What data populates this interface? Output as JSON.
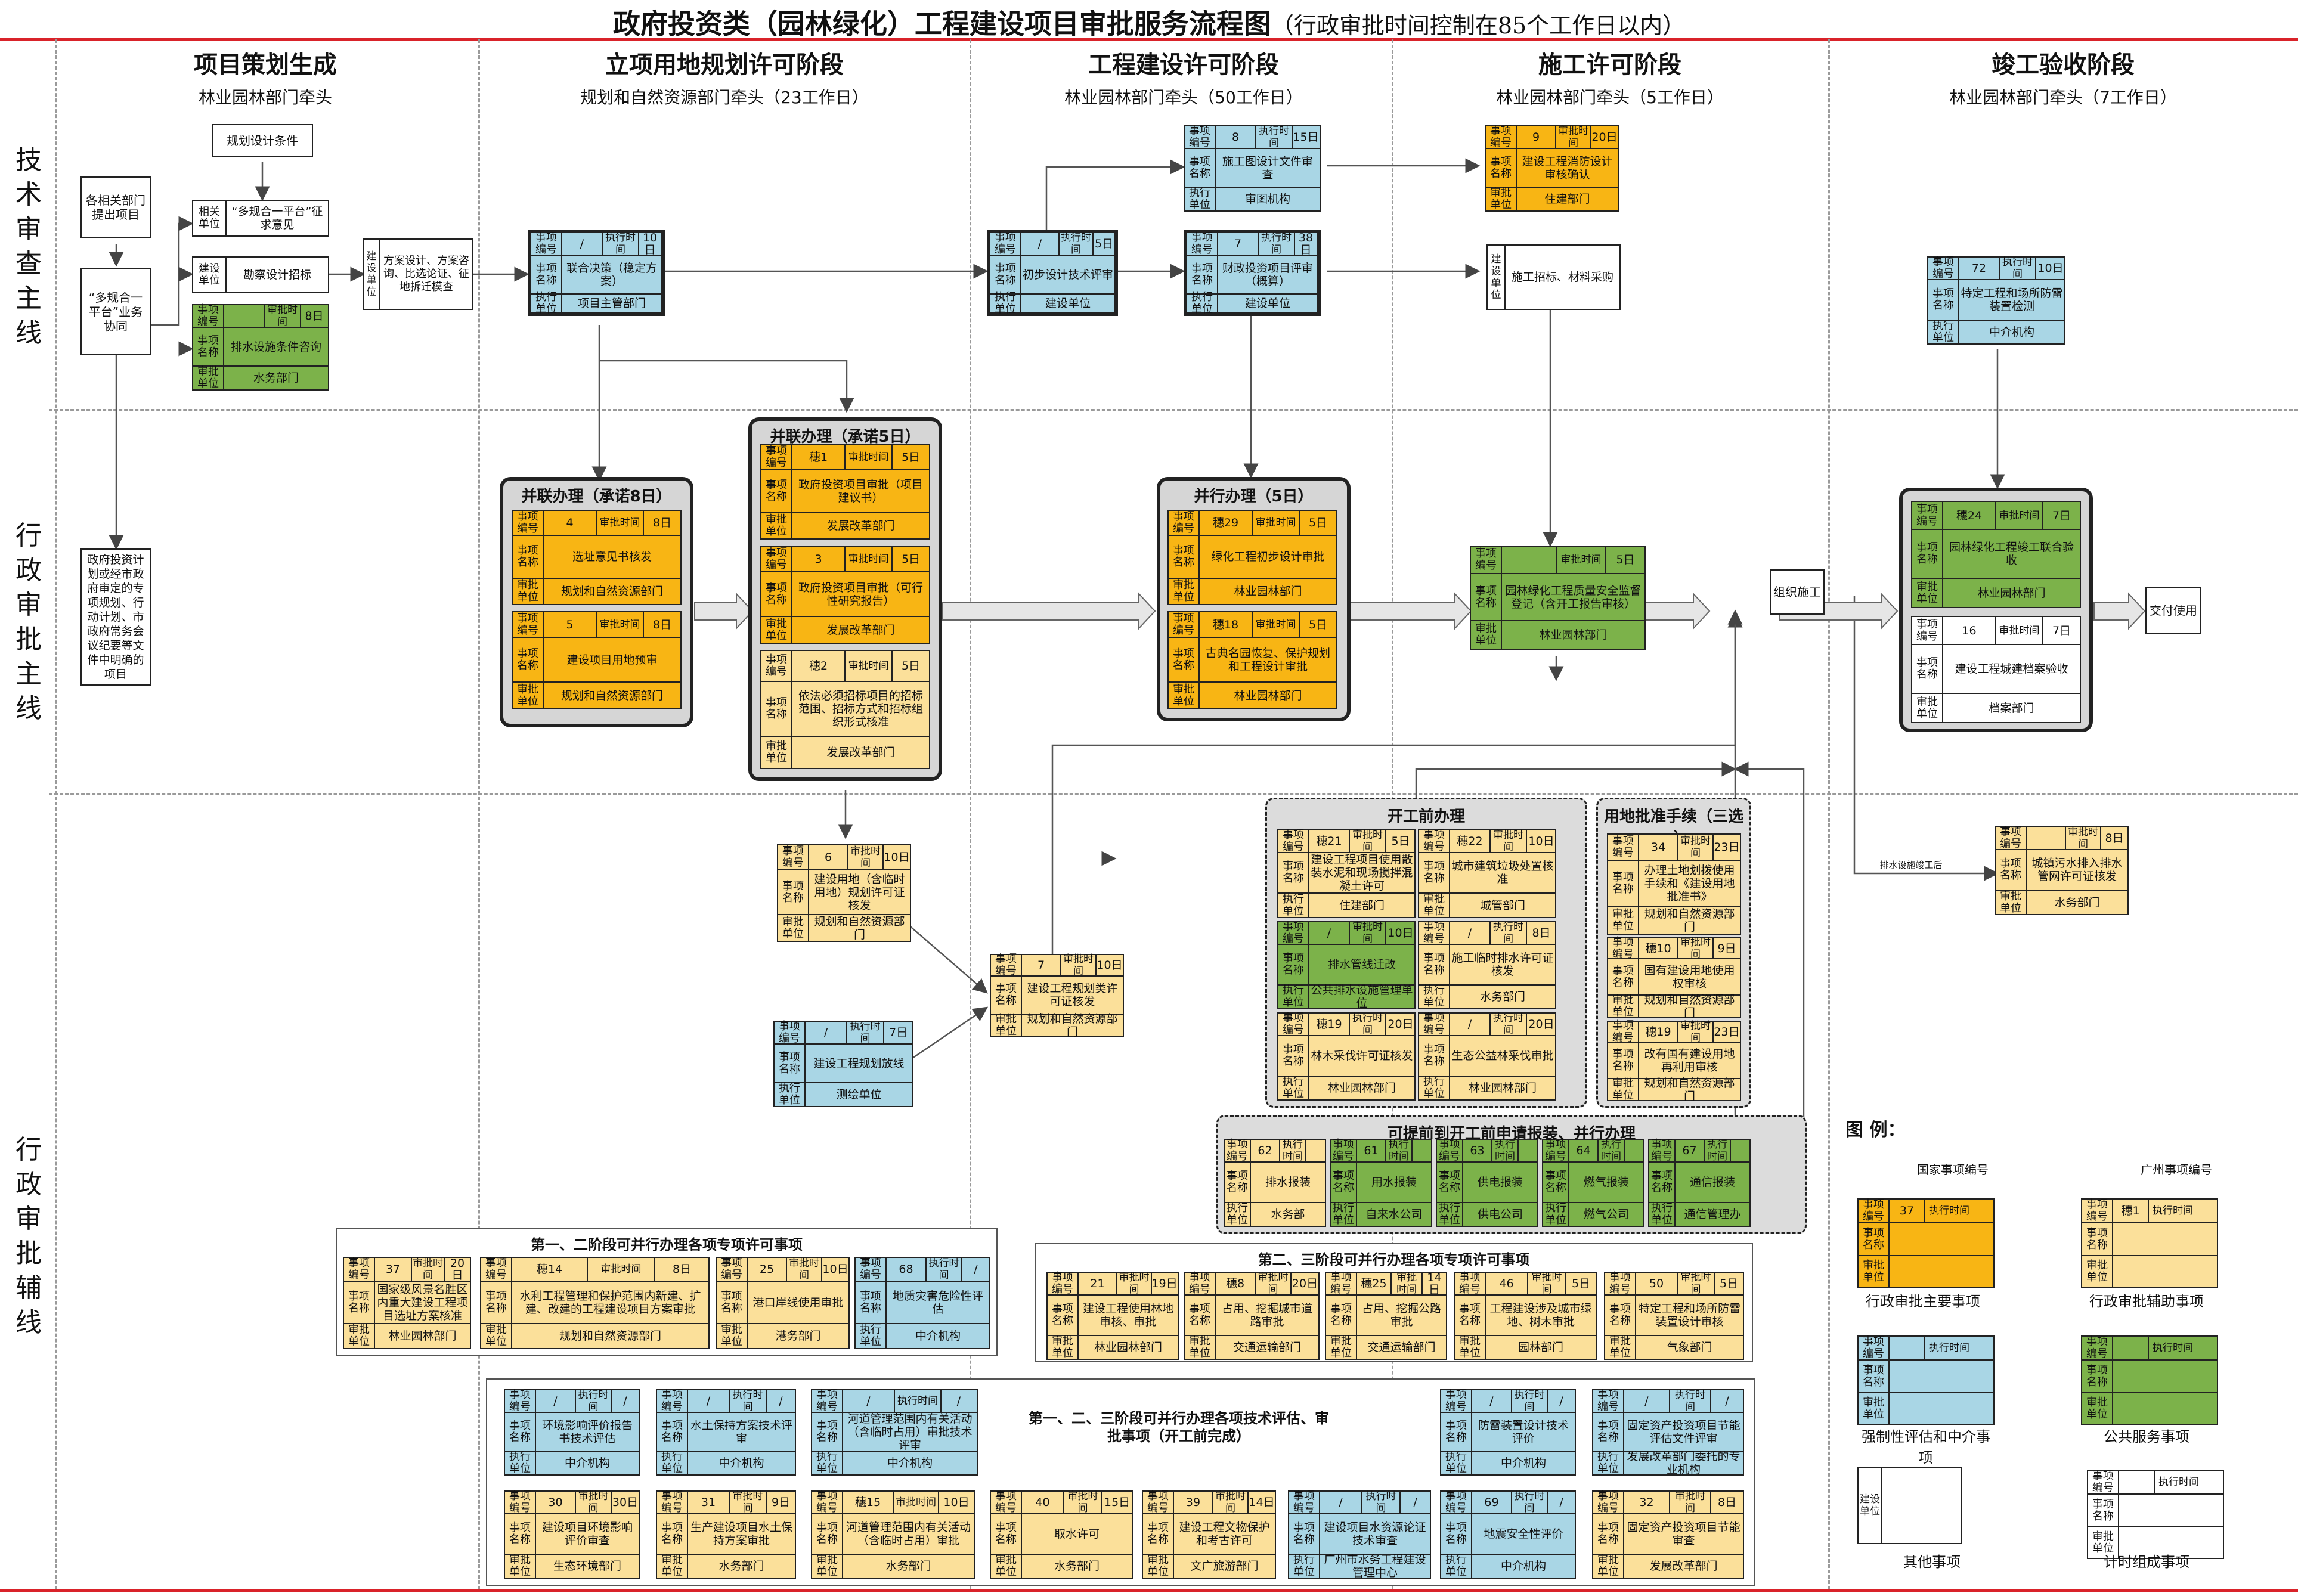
{
  "title": {
    "main": "政府投资类（园林绿化）工程建设项目审批服务流程图",
    "sub": "（行政审批时间控制在85个工作日以内）"
  },
  "stages": [
    {
      "name": "项目策划生成",
      "lead": "林业园林部门牵头"
    },
    {
      "name": "立项用地规划许可阶段",
      "lead": "规划和自然资源部门牵头（23工作日）"
    },
    {
      "name": "工程建设许可阶段",
      "lead": "林业园林部门牵头（50工作日）"
    },
    {
      "name": "施工许可阶段",
      "lead": "林业园林部门牵头（5工作日）"
    },
    {
      "name": "竣工验收阶段",
      "lead": "林业园林部门牵头（7工作日）"
    }
  ],
  "lanes": [
    "技术审查主线",
    "行政审批主线",
    "行政审批辅线"
  ],
  "labels": {
    "code": "事项编号",
    "time": "审批时间",
    "exec_time": "执行时间",
    "name": "事项名称",
    "dept": "审批单位",
    "exec_dept": "执行单位",
    "related": "相关单位",
    "build": "建设单位",
    "build_v": "建设单位"
  },
  "plain": {
    "plan_cond": "规划设计条件",
    "depts": "各相关部门提出项目",
    "multi": "“多规合一平台”业务协同",
    "invest": "政府投资计划或经市政府审定的专项规划、行动计划、市政府常务会议纪要等文件中明确的项目",
    "zhengqiu": "“多规合一平台”征求意见",
    "kance": "勘察设计招标",
    "fangan": "方案设计、方案咨询、比选论证、征地拆迁模查",
    "shigong_zb": "施工招标、材料采购",
    "zuzhi": "组织施工",
    "jiaofu": "交付使用",
    "pipe_note": "排水设施竣工后"
  },
  "groups": {
    "g1": "并联办理（承诺8日）",
    "g2": "并联办理（承诺5日）",
    "g3": "并行办理（5日）",
    "g4": "开工前办理",
    "g5": "用地批准手续（三选一）",
    "g6": "可提前到开工前申请报装、并行办理"
  },
  "items": {
    "lianhe": {
      "code": "/",
      "time": "10日",
      "name": "联合决策（稳定方案）",
      "dept": "项目主管部门"
    },
    "paishui": {
      "code": "",
      "time": "8日",
      "name": "排水设施条件咨询",
      "dept": "水务部门"
    },
    "i4": {
      "code": "4",
      "time": "8日",
      "name": "选址意见书核发",
      "dept": "规划和自然资源部门"
    },
    "i5": {
      "code": "5",
      "time": "8日",
      "name": "建设项目用地预审",
      "dept": "规划和自然资源部门"
    },
    "s1": {
      "code": "穗1",
      "time": "5日",
      "name": "政府投资项目审批（项目建议书）",
      "dept": "发展改革部门"
    },
    "i3": {
      "code": "3",
      "time": "5日",
      "name": "政府投资项目审批（可行性研究报告）",
      "dept": "发展改革部门"
    },
    "s2": {
      "code": "穗2",
      "time": "5日",
      "name": "依法必须招标项目的招标范围、招标方式和招标组织形式核准",
      "dept": "发展改革部门"
    },
    "i6": {
      "code": "6",
      "time": "10日",
      "name": "建设用地（含临时用地）规划许可证核发",
      "dept": "规划和自然资源部门"
    },
    "fangxian": {
      "code": "/",
      "time": "7日",
      "name": "建设工程规划放线",
      "dept": "测绘单位"
    },
    "i8": {
      "code": "8",
      "time": "15日",
      "name": "施工图设计文件审查",
      "dept": "审图机构"
    },
    "chubu": {
      "code": "/",
      "time": "5日",
      "name": "初步设计技术评审",
      "dept": "建设单位"
    },
    "i7a": {
      "code": "7",
      "time": "38日",
      "name": "财政投资项目评审（概算）",
      "dept": "建设单位"
    },
    "i7b": {
      "code": "7",
      "time": "10日",
      "name": "建设工程规划类许可证核发",
      "dept": "规划和自然资源部门"
    },
    "s29": {
      "code": "穗29",
      "time": "5日",
      "name": "绿化工程初步设计审批",
      "dept": "林业园林部门"
    },
    "s18": {
      "code": "穗18",
      "time": "5日",
      "name": "古典名园恢复、保护规划和工程设计审批",
      "dept": "林业园林部门"
    },
    "i9": {
      "code": "9",
      "time": "20日",
      "name": "建设工程消防设计审核确认",
      "dept": "住建部门"
    },
    "jiandu": {
      "code": "",
      "time": "5日",
      "name": "园林绿化工程质量安全监督登记（含开工报告审核）",
      "dept": "林业园林部门"
    },
    "s21": {
      "code": "穗21",
      "time": "5日",
      "name": "建设工程项目使用散装水泥和现场搅拌混凝土许可",
      "dept": "住建部门"
    },
    "s22": {
      "code": "穗22",
      "time": "10日",
      "name": "城市建筑垃圾处置核准",
      "dept": "城管部门"
    },
    "gq": {
      "code": "/",
      "time": "10日",
      "name": "排水管线迁改",
      "dept": "公共排水设施管理单位"
    },
    "ls": {
      "code": "/",
      "time": "8日",
      "name": "施工临时排水许可证核发",
      "dept": "水务部门"
    },
    "s19": {
      "code": "穗19",
      "time": "20日",
      "name": "林木采伐许可证核发",
      "dept": "林业园林部门"
    },
    "sheng": {
      "code": "/",
      "time": "20日",
      "name": "生态公益林采伐审批",
      "dept": "林业园林部门"
    },
    "i34": {
      "code": "34",
      "time": "23日",
      "name": "办理土地划拨使用手续和《建设用地批准书》",
      "dept": "规划和自然资源部门"
    },
    "s10": {
      "code": "穗10",
      "time": "9日",
      "name": "国有建设用地使用权审核",
      "dept": "规划和自然资源部门"
    },
    "s19b": {
      "code": "穗19",
      "time": "23日",
      "name": "改有国有建设用地再利用审核",
      "dept": "规划和自然资源部门"
    },
    "b62": {
      "code": "62",
      "time": "",
      "name": "排水报装",
      "dept": "水务部"
    },
    "b61": {
      "code": "61",
      "time": "",
      "name": "用水报装",
      "dept": "自来水公司"
    },
    "b63": {
      "code": "63",
      "time": "",
      "name": "供电报装",
      "dept": "供电公司"
    },
    "b64": {
      "code": "64",
      "time": "",
      "name": "燃气报装",
      "dept": "燃气公司"
    },
    "b67": {
      "code": "67",
      "time": "",
      "name": "通信报装",
      "dept": "通信管理办"
    },
    "i72": {
      "code": "72",
      "time": "10日",
      "name": "特定工程和场所防雷装置检测",
      "dept": "中介机构"
    },
    "s24": {
      "code": "穗24",
      "time": "7日",
      "name": "园林绿化工程竣工联合验收",
      "dept": "林业园林部门"
    },
    "i16": {
      "code": "16",
      "time": "7日",
      "name": "建设工程城建档案验收",
      "dept": "档案部门"
    },
    "wu": {
      "code": "",
      "time": "8日",
      "name": "城镇污水排入排水管网许可证核发",
      "dept": "水务部门"
    }
  },
  "panel1": {
    "title": "第一、二阶段可并行办理各项专项许可事项",
    "items": [
      {
        "code": "37",
        "time": "20日",
        "name": "国家级风景名胜区内重大建设工程项目选址方案核准",
        "dept": "林业园林部门"
      },
      {
        "code": "穗14",
        "time": "8日",
        "name": "水利工程管理和保护范围内新建、扩建、改建的工程建设项目方案审批",
        "dept": "规划和自然资源部门"
      },
      {
        "code": "25",
        "time": "10日",
        "name": "港口岸线使用审批",
        "dept": "港务部门"
      },
      {
        "code": "68",
        "time": "/",
        "name": "地质灾害危险性评估",
        "dept": "中介机构"
      }
    ]
  },
  "panel2": {
    "title": "第二、三阶段可并行办理各项专项许可事项",
    "items": [
      {
        "code": "21",
        "time": "19日",
        "name": "建设工程使用林地审核、审批",
        "dept": "林业园林部门"
      },
      {
        "code": "穗8",
        "time": "20日",
        "name": "占用、挖掘城市道路审批",
        "dept": "交通运输部门"
      },
      {
        "code": "穗25",
        "time": "14日",
        "name": "占用、挖掘公路审批",
        "dept": "交通运输部门"
      },
      {
        "code": "46",
        "time": "5日",
        "name": "工程建设涉及城市绿地、树木审批",
        "dept": "园林部门"
      },
      {
        "code": "50",
        "time": "5日",
        "name": "特定工程和场所防雷装置设计审核",
        "dept": "气象部门"
      }
    ]
  },
  "panel3": {
    "title": "第一、二、三阶段可并行办理各项技术评估、审批事项（开工前完成）",
    "top": [
      {
        "code": "/",
        "time": "/",
        "name": "环境影响评价报告书技术评估",
        "dept": "中介机构"
      },
      {
        "code": "/",
        "time": "/",
        "name": "水土保持方案技术评审",
        "dept": "中介机构"
      },
      {
        "code": "/",
        "time": "/",
        "name": "河道管理范围内有关活动（含临时占用）审批技术评审",
        "dept": "中介机构"
      },
      {
        "code": "/",
        "time": "/",
        "name": "防雷装置设计技术评价",
        "dept": "中介机构"
      },
      {
        "code": "/",
        "time": "/",
        "name": "固定资产投资项目节能评估文件评审",
        "dept": "发展改革部门委托的专业机构"
      }
    ],
    "bottom": [
      {
        "code": "30",
        "time": "30日",
        "name": "建设项目环境影响评价审查",
        "dept": "生态环境部门"
      },
      {
        "code": "31",
        "time": "9日",
        "name": "生产建设项目水土保持方案审批",
        "dept": "水务部门"
      },
      {
        "code": "穗15",
        "time": "10日",
        "name": "河道管理范围内有关活动（含临时占用）审批",
        "dept": "水务部门"
      },
      {
        "code": "40",
        "time": "15日",
        "name": "取水许可",
        "dept": "水务部门"
      },
      {
        "code": "39",
        "time": "14日",
        "name": "建设工程文物保护和考古许可",
        "dept": "文广旅游部门"
      },
      {
        "code": "/",
        "time": "/",
        "name": "建设项目水资源论证技术审查",
        "dept": "广州市水务工程建设管理中心"
      },
      {
        "code": "69",
        "time": "/",
        "name": "地震安全性评价",
        "dept": "中介机构"
      },
      {
        "code": "32",
        "time": "8日",
        "name": "固定资产投资项目节能审查",
        "dept": "发展改革部门"
      }
    ]
  },
  "legend": {
    "title": "图 例：",
    "national_code": "国家事项编号",
    "gz_code": "广州事项编号",
    "c37": "37",
    "s1": "穗1",
    "main": "行政审批主要事项",
    "aux": "行政审批辅助事项",
    "mandatory": "强制性评估和中介事项",
    "public": "公共服务事项",
    "other": "其他事项",
    "timing": "计时组成事项"
  },
  "colors": {
    "main": "#f8b514",
    "aux": "#fbe09a",
    "mandatory": "#a9d6e5",
    "public": "#7cb24a",
    "accent": "#d9232a"
  }
}
